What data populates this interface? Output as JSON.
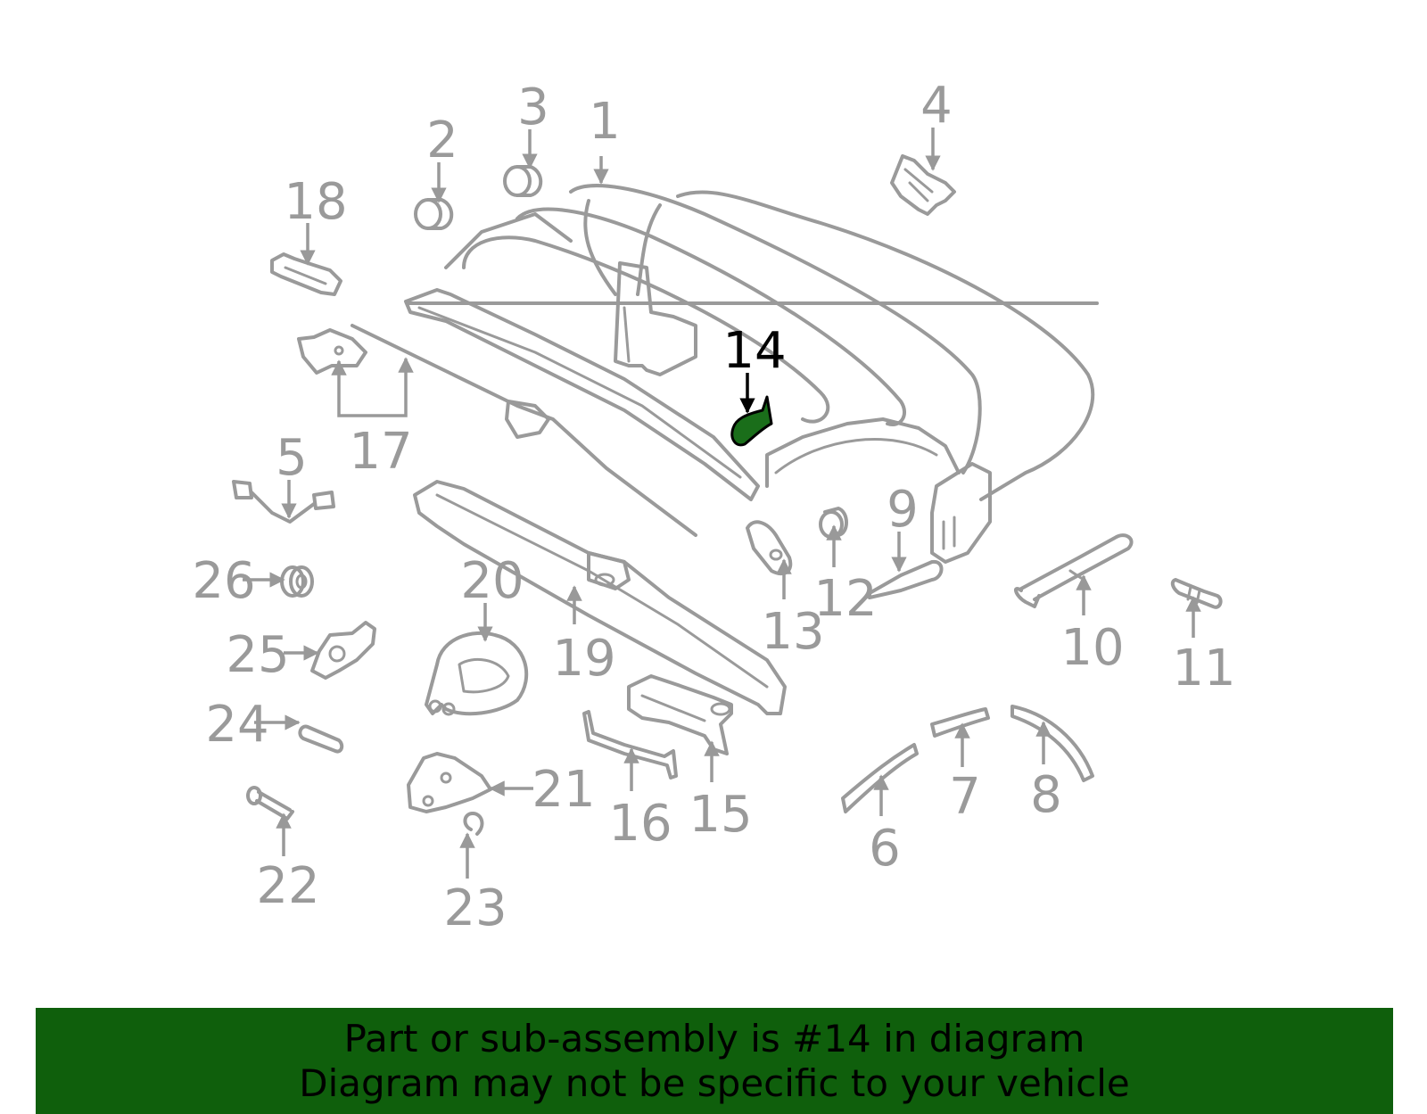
{
  "highlight": {
    "part": "14",
    "fill_color": "#1a6e1a",
    "label_color": "#000000"
  },
  "colors": {
    "line": "#9a9a9a",
    "banner_bg": "#0f5f0c",
    "banner_text": "#000000"
  },
  "callouts": [
    "1",
    "2",
    "3",
    "4",
    "5",
    "6",
    "7",
    "8",
    "9",
    "10",
    "11",
    "12",
    "13",
    "14",
    "15",
    "16",
    "17",
    "18",
    "19",
    "20",
    "21",
    "22",
    "23",
    "24",
    "25",
    "26"
  ],
  "banner": {
    "line1": "Part or sub-assembly is #14 in diagram",
    "line2": "Diagram may not be specific to your vehicle"
  }
}
